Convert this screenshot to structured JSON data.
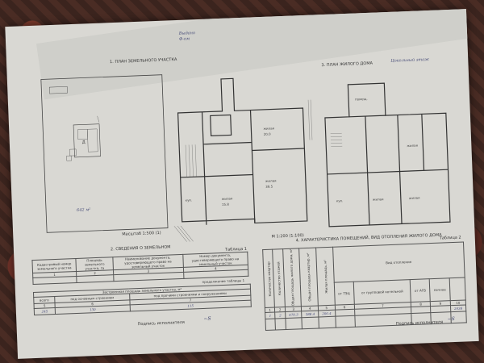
{
  "sections": {
    "land_plan": "1. ПЛАН ЗЕМЕЛЬНОГО УЧАСТКА",
    "house_plan": "3. ПЛАН ЖИЛОГО ДОМА",
    "land_info": "2. СВЕДЕНИЯ О ЗЕМЕЛЬНОМ",
    "characteristics": "4. ХАРАКТЕРИСТИКА ПОМЕЩЕНИЙ, ВИД ОТОПЛЕНИЯ ЖИЛОГО ДОМА"
  },
  "scales": {
    "land": "Масштаб 1:500 (1)",
    "house": "М 1:200 (1:100)"
  },
  "annotations": {
    "top_right": "Цокольный этаж",
    "header_line1": "Выдано",
    "header_line2": "Ф-ом",
    "area_note": "642 м²"
  },
  "table1": {
    "label": "Таблица 1",
    "headers": [
      "Кадастровый номер земельного участка",
      "Площадь земельного участка, га",
      "Наименование документа, удостоверяющего право на земельный участок",
      "Номер документа, удостоверяющего право на земельный участок"
    ],
    "numbers": [
      "1",
      "2",
      "3",
      "4"
    ],
    "continuation": "продолжение таблицы 1",
    "sub_title": "Застроенная площадь земельного участка, м²",
    "sub_headers": [
      "всего",
      "под основным строением",
      "под прочими строениями и сооружениями"
    ],
    "sub_numbers": [
      "5",
      "6",
      "7"
    ],
    "sub_values": [
      "245",
      "130",
      "115"
    ]
  },
  "table2": {
    "label": "Таблица 2",
    "col_headers": [
      "Количество квартир",
      "Количество этажей",
      "Общая площадь жилого дома, м²",
      "Общая площадь квартир, м²",
      "Жилая площадь, м²",
      "Вид отопления"
    ],
    "heating_sub": [
      "от ТЭЦ",
      "от групповой котельной",
      "от АГВ",
      "печное"
    ],
    "numbers": [
      "1",
      "2",
      "3",
      "4",
      "5",
      "6",
      "7",
      "8",
      "9",
      "10"
    ],
    "values": [
      "1",
      "2",
      "470.3",
      "388.4",
      "200.4",
      "",
      "",
      "",
      "",
      "2438"
    ]
  },
  "signature": {
    "label": "Подпись исполнителя",
    "label2": "Подпись исполнителя"
  }
}
